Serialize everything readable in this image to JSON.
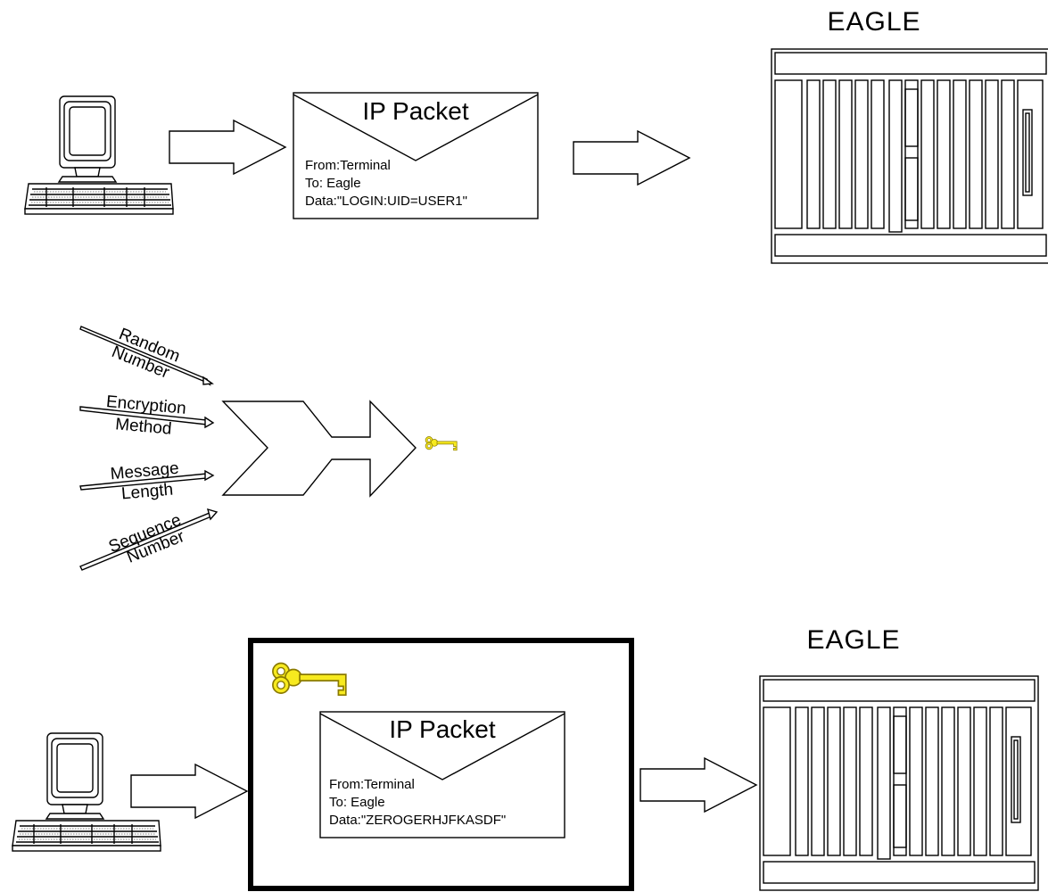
{
  "top_flow": {
    "packet": {
      "title": "IP Packet",
      "from": "From:Terminal",
      "to": "To: Eagle",
      "data": "Data:\"LOGIN:UID=USER1\""
    },
    "server_label": "EAGLE"
  },
  "key_generation": {
    "inputs": [
      {
        "line1": "Random",
        "line2": "Number"
      },
      {
        "line1": "Encryption",
        "line2": "Method"
      },
      {
        "line1": "Message",
        "line2": "Length"
      },
      {
        "line1": "Sequence",
        "line2": "Number"
      }
    ],
    "output_icon": "key-icon",
    "key_color": "#f7ea1f"
  },
  "bottom_flow": {
    "packet": {
      "title": "IP Packet",
      "from": "From:Terminal",
      "to": "To: Eagle",
      "data": "Data:\"ZEROGERHJFKASDF\""
    },
    "server_label": "EAGLE",
    "wrapper_icon": "key-icon"
  }
}
